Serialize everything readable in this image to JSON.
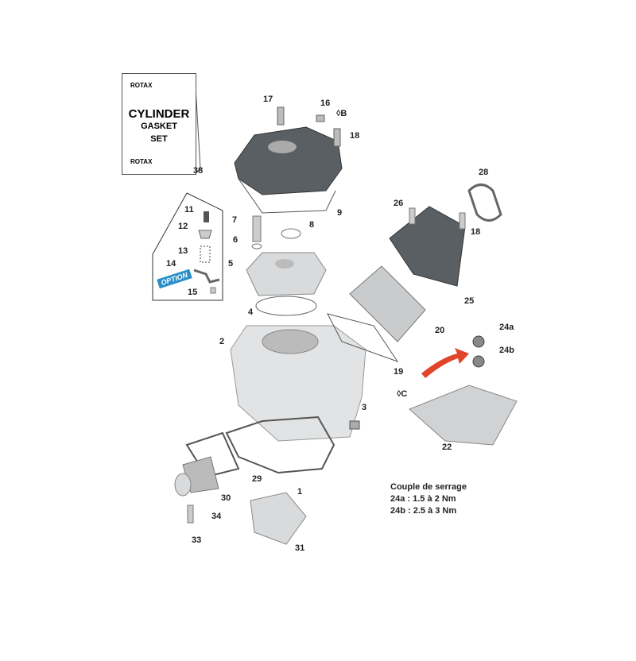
{
  "kit": {
    "brand": "ROTAX",
    "line1": "CYLINDER",
    "line2": "GASKET",
    "line3": "SET"
  },
  "option_label": "OPTION",
  "callouts": [
    {
      "id": "c17",
      "text": "17"
    },
    {
      "id": "c16",
      "text": "16"
    },
    {
      "id": "cB",
      "text": "◊B"
    },
    {
      "id": "c18a",
      "text": "18"
    },
    {
      "id": "c38",
      "text": "38"
    },
    {
      "id": "c28",
      "text": "28"
    },
    {
      "id": "c9",
      "text": "9"
    },
    {
      "id": "c26",
      "text": "26"
    },
    {
      "id": "c11",
      "text": "11"
    },
    {
      "id": "c7",
      "text": "7"
    },
    {
      "id": "c8",
      "text": "8"
    },
    {
      "id": "c18b",
      "text": "18"
    },
    {
      "id": "c12",
      "text": "12"
    },
    {
      "id": "c6",
      "text": "6"
    },
    {
      "id": "c13",
      "text": "13"
    },
    {
      "id": "c5",
      "text": "5"
    },
    {
      "id": "c14",
      "text": "14"
    },
    {
      "id": "c15",
      "text": "15"
    },
    {
      "id": "c25",
      "text": "25"
    },
    {
      "id": "c4",
      "text": "4"
    },
    {
      "id": "c20",
      "text": "20"
    },
    {
      "id": "c24a",
      "text": "24a"
    },
    {
      "id": "c2",
      "text": "2"
    },
    {
      "id": "c24b",
      "text": "24b"
    },
    {
      "id": "c19",
      "text": "19"
    },
    {
      "id": "cC",
      "text": "◊C"
    },
    {
      "id": "c3",
      "text": "3"
    },
    {
      "id": "c22",
      "text": "22"
    },
    {
      "id": "c29",
      "text": "29"
    },
    {
      "id": "c1",
      "text": "1"
    },
    {
      "id": "c30",
      "text": "30"
    },
    {
      "id": "c34",
      "text": "34"
    },
    {
      "id": "c33",
      "text": "33"
    },
    {
      "id": "c31",
      "text": "31"
    }
  ],
  "torque": {
    "title": "Couple de serrage",
    "line_a": "24a : 1.5 à 2 Nm",
    "line_b": "24b : 2.5 à 3 Nm"
  },
  "colors": {
    "part_dark": "#5a5f63",
    "part_light": "#d8dadb",
    "arrow": "#e0452a",
    "option": "#2a8fc8"
  }
}
